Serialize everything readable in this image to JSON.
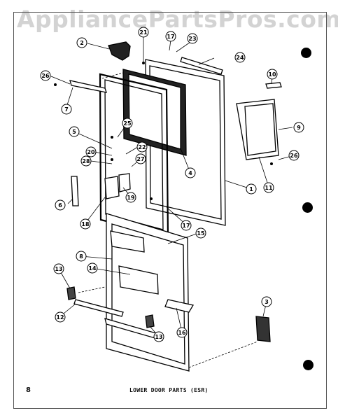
{
  "watermark": "AppliancePartsPros.com",
  "page_number": "8",
  "caption": "LOWER DOOR PARTS (ESR)",
  "callouts": [
    "1",
    "2",
    "3",
    "4",
    "5",
    "6",
    "7",
    "8",
    "9",
    "10",
    "11",
    "12",
    "13",
    "13",
    "14",
    "15",
    "16",
    "17",
    "17",
    "18",
    "19",
    "20",
    "21",
    "22",
    "23",
    "24",
    "25",
    "26",
    "26",
    "27",
    "28"
  ]
}
